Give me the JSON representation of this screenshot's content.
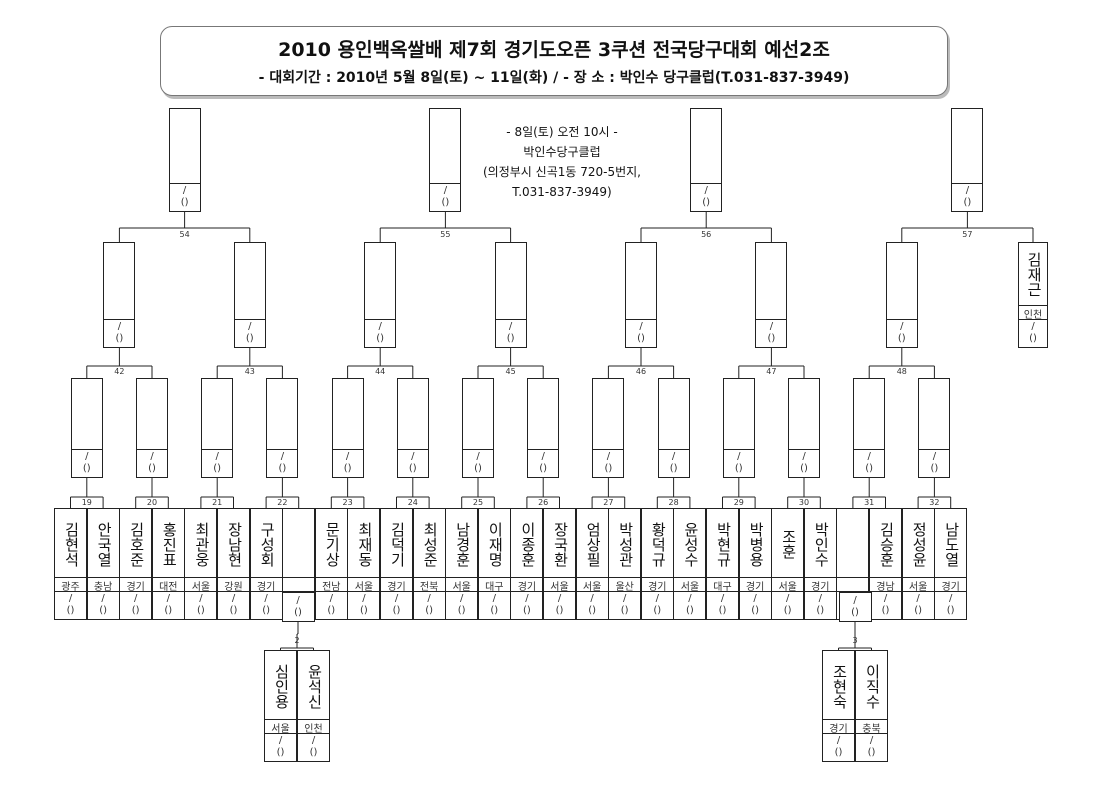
{
  "header": {
    "title": "2010 용인백옥쌀배 제7회 경기도오픈 3쿠션 전국당구대회 예선2조",
    "subtitle": "- 대회기간 : 2010년 5월 8일(토) ~ 11일(화)  /  - 장 소 : 박인수 당구클럽(T.031-837-3949)"
  },
  "venue_info": [
    "- 8일(토) 오전 10시 -",
    "박인수당구클럽",
    "(의정부시 신곡1동 720-5번지,",
    "T.031-837-3949)"
  ],
  "score_mark": "/",
  "score_paren": "()",
  "players": [
    {
      "name": "김현석",
      "region": "광주"
    },
    {
      "name": "안국열",
      "region": "충남"
    },
    {
      "name": "김호준",
      "region": "경기"
    },
    {
      "name": "홍진표",
      "region": "대전"
    },
    {
      "name": "최관웅",
      "region": "서울"
    },
    {
      "name": "장남현",
      "region": "강원"
    },
    {
      "name": "구성회",
      "region": "경기"
    },
    {
      "name": "",
      "region": ""
    },
    {
      "name": "문기상",
      "region": "전남"
    },
    {
      "name": "최재동",
      "region": "서울"
    },
    {
      "name": "김덕기",
      "region": "경기"
    },
    {
      "name": "최성준",
      "region": "전북"
    },
    {
      "name": "남경훈",
      "region": "서울"
    },
    {
      "name": "이재명",
      "region": "대구"
    },
    {
      "name": "이종훈",
      "region": "경기"
    },
    {
      "name": "장국환",
      "region": "서울"
    },
    {
      "name": "엄상필",
      "region": "서울"
    },
    {
      "name": "박성관",
      "region": "울산"
    },
    {
      "name": "황덕규",
      "region": "경기"
    },
    {
      "name": "윤성수",
      "region": "서울"
    },
    {
      "name": "박현규",
      "region": "대구"
    },
    {
      "name": "박병용",
      "region": "경기"
    },
    {
      "name": "조훈",
      "region": "서울"
    },
    {
      "name": "박인수",
      "region": "경기"
    },
    {
      "name": "",
      "region": ""
    },
    {
      "name": "김승훈",
      "region": "경남"
    },
    {
      "name": "정성윤",
      "region": "서울"
    },
    {
      "name": "남도열",
      "region": "경기"
    }
  ],
  "prelim": [
    {
      "number": "2",
      "players": [
        {
          "name": "심인용",
          "region": "서울"
        },
        {
          "name": "윤석신",
          "region": "인천"
        }
      ]
    },
    {
      "number": "3",
      "players": [
        {
          "name": "조현숙",
          "region": "경기"
        },
        {
          "name": "이직수",
          "region": "충북"
        }
      ]
    }
  ],
  "bye_player": {
    "name": "김재근",
    "region": "인천"
  },
  "round1_numbers": [
    "19",
    "20",
    "21",
    "22",
    "23",
    "24",
    "25",
    "26",
    "27",
    "28",
    "29",
    "30",
    "31",
    "32"
  ],
  "round2_numbers": [
    "42",
    "43",
    "44",
    "45",
    "46",
    "47",
    "48"
  ],
  "round3_numbers": [
    "54",
    "55",
    "56",
    "57"
  ]
}
